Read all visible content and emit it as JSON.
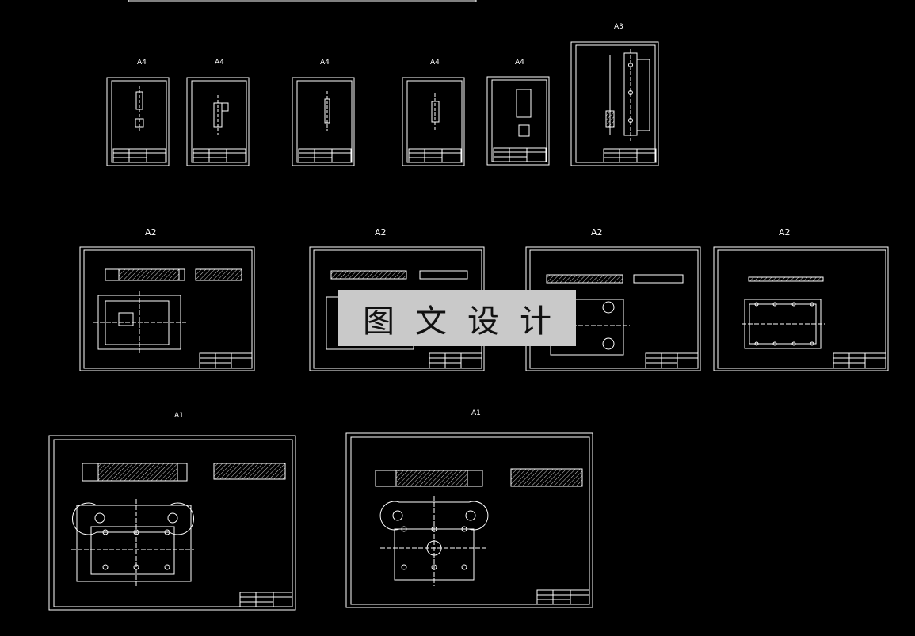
{
  "colors": {
    "background": "#000000",
    "line": "#ffffff",
    "watermark_bg": "#c9c9c9",
    "watermark_text": "#111111"
  },
  "sheets": [
    {
      "id": "a4-1",
      "label": "A4",
      "size": "A4"
    },
    {
      "id": "a4-2",
      "label": "A4",
      "size": "A4"
    },
    {
      "id": "a4-3",
      "label": "A4",
      "size": "A4"
    },
    {
      "id": "a4-4",
      "label": "A4",
      "size": "A4"
    },
    {
      "id": "a4-5",
      "label": "A4",
      "size": "A4"
    },
    {
      "id": "a3-1",
      "label": "A3",
      "size": "A3"
    },
    {
      "id": "a2-1",
      "label": "A2",
      "size": "A2"
    },
    {
      "id": "a2-2",
      "label": "A2",
      "size": "A2"
    },
    {
      "id": "a2-3",
      "label": "A2",
      "size": "A2"
    },
    {
      "id": "a2-4",
      "label": "A2",
      "size": "A2"
    },
    {
      "id": "a1-1",
      "label": "A1",
      "size": "A1"
    },
    {
      "id": "a1-2",
      "label": "A1",
      "size": "A1"
    }
  ],
  "watermark": {
    "text": "图文设计"
  }
}
